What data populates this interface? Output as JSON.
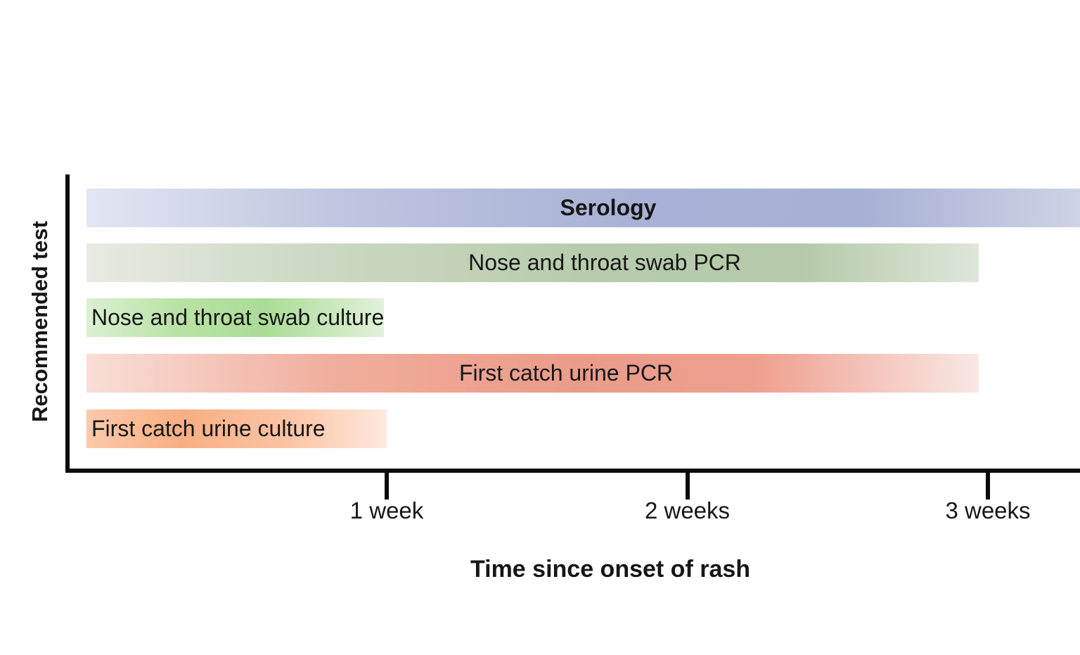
{
  "figure": {
    "background_color": "#ffffff",
    "axis_color": "#0b0b0b",
    "text_color": "#161616"
  },
  "chart_data": {
    "type": "bar",
    "orientation": "horizontal",
    "title": "",
    "xlabel": "Time since onset of rash",
    "ylabel": "Recommended test",
    "x_unit": "weeks",
    "xlim": [
      0,
      3.31
    ],
    "grid": false,
    "legend": "none",
    "x_ticks": [
      {
        "value": 1,
        "label": "1 week"
      },
      {
        "value": 2,
        "label": "2 weeks"
      },
      {
        "value": 3,
        "label": "3 weeks"
      }
    ],
    "rows": [
      {
        "label": "Serology",
        "start_weeks": 0,
        "end_weeks": 3.31,
        "extends_beyond_axis": true,
        "bold_label": true,
        "base_color": "#a9b2d6",
        "gradient_stops": [
          [
            "#e3e6f2",
            0
          ],
          [
            "#bfc6e0",
            25
          ],
          [
            "#a9b2d6",
            55
          ],
          [
            "#a7b1d4",
            78
          ],
          [
            "#ced3e6",
            100
          ]
        ]
      },
      {
        "label": "Nose and throat swab PCR",
        "start_weeks": 0,
        "end_weeks": 2.97,
        "extends_beyond_axis": false,
        "bold_label": false,
        "base_color": "#b8ccad",
        "gradient_stops": [
          [
            "#e7ebe3",
            0
          ],
          [
            "#cdd9c4",
            25
          ],
          [
            "#b8ccad",
            55
          ],
          [
            "#b4caa9",
            80
          ],
          [
            "#dfe6da",
            100
          ]
        ]
      },
      {
        "label": "Nose and throat swab culture",
        "start_weeks": 0,
        "end_weeks": 0.99,
        "extends_beyond_axis": false,
        "bold_label": false,
        "base_color": "#aadc96",
        "gradient_stops": [
          [
            "#dbf0d2",
            0
          ],
          [
            "#b9e3a6",
            30
          ],
          [
            "#aadc96",
            60
          ],
          [
            "#e2f1da",
            100
          ]
        ]
      },
      {
        "label": "First catch urine PCR",
        "start_weeks": 0,
        "end_weeks": 2.97,
        "extends_beyond_axis": false,
        "bold_label": false,
        "base_color": "#eb9b89",
        "gradient_stops": [
          [
            "#f9ded7",
            0
          ],
          [
            "#f0ad9c",
            28
          ],
          [
            "#eb9b89",
            55
          ],
          [
            "#ef9f8f",
            75
          ],
          [
            "#f9e8e4",
            100
          ]
        ]
      },
      {
        "label": "First catch urine culture",
        "start_weeks": 0,
        "end_weeks": 1.0,
        "extends_beyond_axis": false,
        "bold_label": false,
        "base_color": "#f9ae83",
        "gradient_stops": [
          [
            "#fbc9ab",
            0
          ],
          [
            "#f9ae83",
            32
          ],
          [
            "#fbc5a6",
            68
          ],
          [
            "#fee9de",
            100
          ]
        ]
      }
    ]
  }
}
